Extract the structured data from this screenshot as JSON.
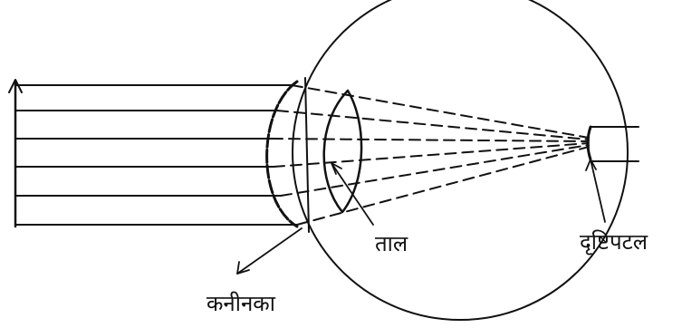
{
  "labels": {
    "lens": "ताल",
    "retina": "दृष्टिपटल",
    "cornea": "कनीनका"
  },
  "colors": {
    "ink": "#111111",
    "background": "#ffffff"
  }
}
